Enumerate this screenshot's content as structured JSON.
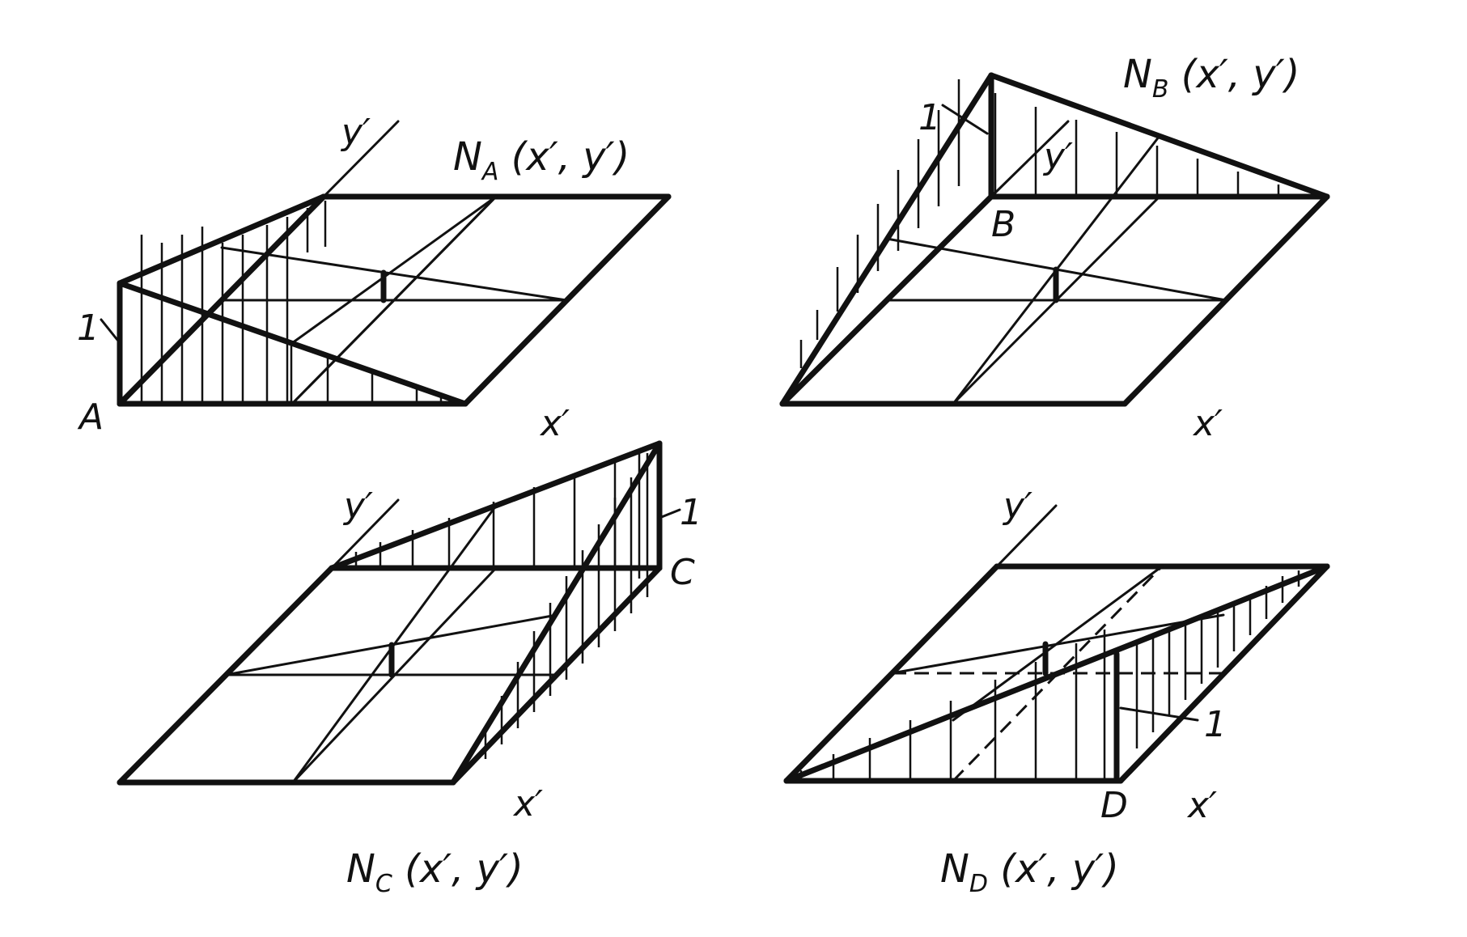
{
  "figure": {
    "panels": [
      {
        "id": "A",
        "title_base": "N",
        "title_sub": "A",
        "title_args": " (x′, y′)",
        "node_label": "A",
        "x_axis_label": "x′",
        "y_axis_label": "y′",
        "unit_label": "1"
      },
      {
        "id": "B",
        "title_base": "N",
        "title_sub": "B",
        "title_args": " (x′, y′)",
        "node_label": "B",
        "x_axis_label": "x′",
        "y_axis_label": "y′",
        "unit_label": "1"
      },
      {
        "id": "C",
        "title_base": "N",
        "title_sub": "C",
        "title_args": " (x′, y′)",
        "node_label": "C",
        "x_axis_label": "x′",
        "y_axis_label": "y′",
        "unit_label": "1"
      },
      {
        "id": "D",
        "title_base": "N",
        "title_sub": "D",
        "title_args": " (x′, y′)",
        "node_label": "D",
        "x_axis_label": "x′",
        "y_axis_label": "y′",
        "unit_label": "1"
      }
    ]
  }
}
